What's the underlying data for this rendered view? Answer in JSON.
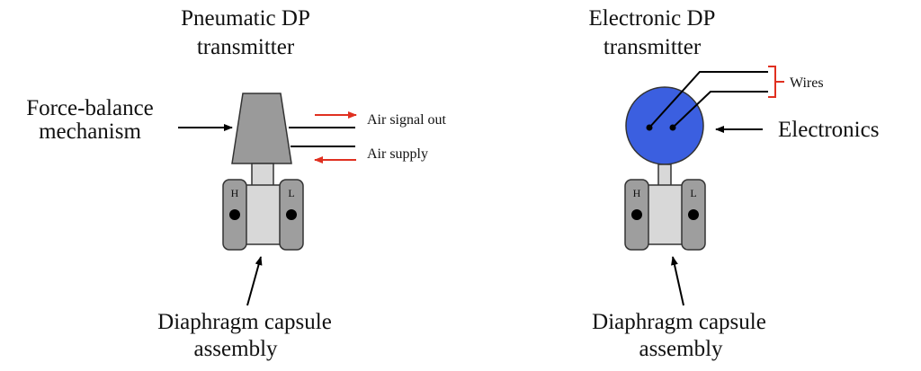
{
  "pneumatic": {
    "title_line1": "Pneumatic DP",
    "title_line2": "transmitter",
    "mechanism_line1": "Force-balance",
    "mechanism_line2": "mechanism",
    "air_signal_out": "Air signal out",
    "air_supply": "Air supply",
    "high_port": "H",
    "low_port": "L",
    "capsule_line1": "Diaphragm capsule",
    "capsule_line2": "assembly"
  },
  "electronic": {
    "title_line1": "Electronic DP",
    "title_line2": "transmitter",
    "wires": "Wires",
    "electronics": "Electronics",
    "high_port": "H",
    "low_port": "L",
    "capsule_line1": "Diaphragm capsule",
    "capsule_line2": "assembly"
  },
  "colors": {
    "mechanism_fill": "#9a9a9a",
    "capsule_body_fill": "#d8d8d8",
    "flange_fill": "#9e9e9e",
    "electronics_fill": "#3b5fe0",
    "arrow_red": "#e03020"
  }
}
